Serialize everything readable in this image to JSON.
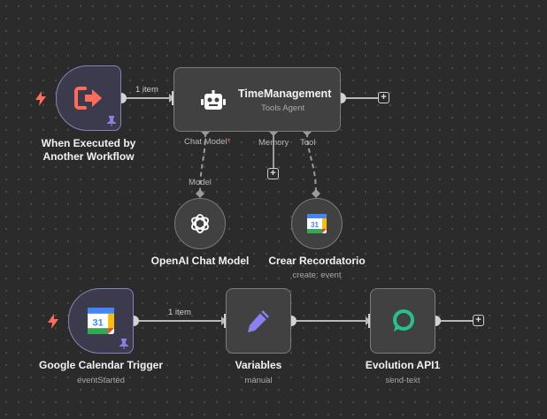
{
  "nodes": {
    "trigger_workflow": {
      "title_line1": "When Executed by",
      "title_line2": "Another Workflow"
    },
    "agent": {
      "title": "TimeManagement",
      "subtitle": "Tools Agent"
    },
    "openai": {
      "title": "OpenAI Chat Model"
    },
    "recordatorio": {
      "title": "Crear Recordatorio",
      "subtitle": "create: event"
    },
    "calendar_trigger": {
      "title": "Google Calendar Trigger",
      "subtitle": "eventStarted"
    },
    "variables": {
      "title": "Variables",
      "subtitle": "manual"
    },
    "evolution": {
      "title": "Evolution API1",
      "subtitle": "send-text"
    }
  },
  "connections": {
    "top_items": "1 item",
    "bottom_items": "1 item"
  },
  "ports": {
    "chat_model": "Chat Model",
    "chat_model_required": "*",
    "memory": "Memory",
    "tool": "Tool",
    "model": "Model"
  },
  "colors": {
    "canvas": "#2b2b2b",
    "node": "#414141",
    "trigger_accent": "#ff6d5a",
    "required": "#ff6d5a",
    "openai_icon": "#ffffff",
    "variables_icon": "#8b80f0",
    "evolution_icon": "#27c28c"
  }
}
